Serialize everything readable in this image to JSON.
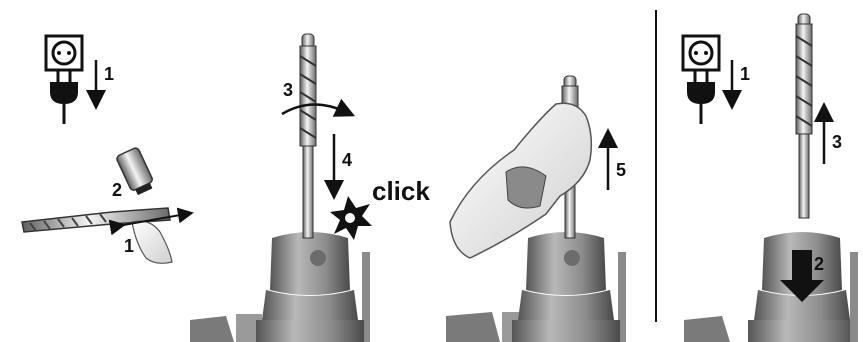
{
  "steps": {
    "unplug_1": "1",
    "clean_1": "1",
    "grease_2": "2",
    "rotate_3": "3",
    "push_4": "4",
    "click_text": "click",
    "pull_5": "5",
    "unplug_right_1": "1",
    "press_sleeve_2": "2",
    "pull_out_3": "3"
  },
  "icons": [
    "power-socket-icon",
    "power-plug-icon",
    "drill-bit",
    "grease-tube",
    "cleaning-cloth",
    "gloved-hand",
    "drill-chuck"
  ],
  "colors": {
    "ink": "#111111",
    "metal_light": "#e6e6e6",
    "metal_dark": "#6f6f6f",
    "chuck": "#8a8a8a",
    "glove": "#f2f2f2"
  }
}
